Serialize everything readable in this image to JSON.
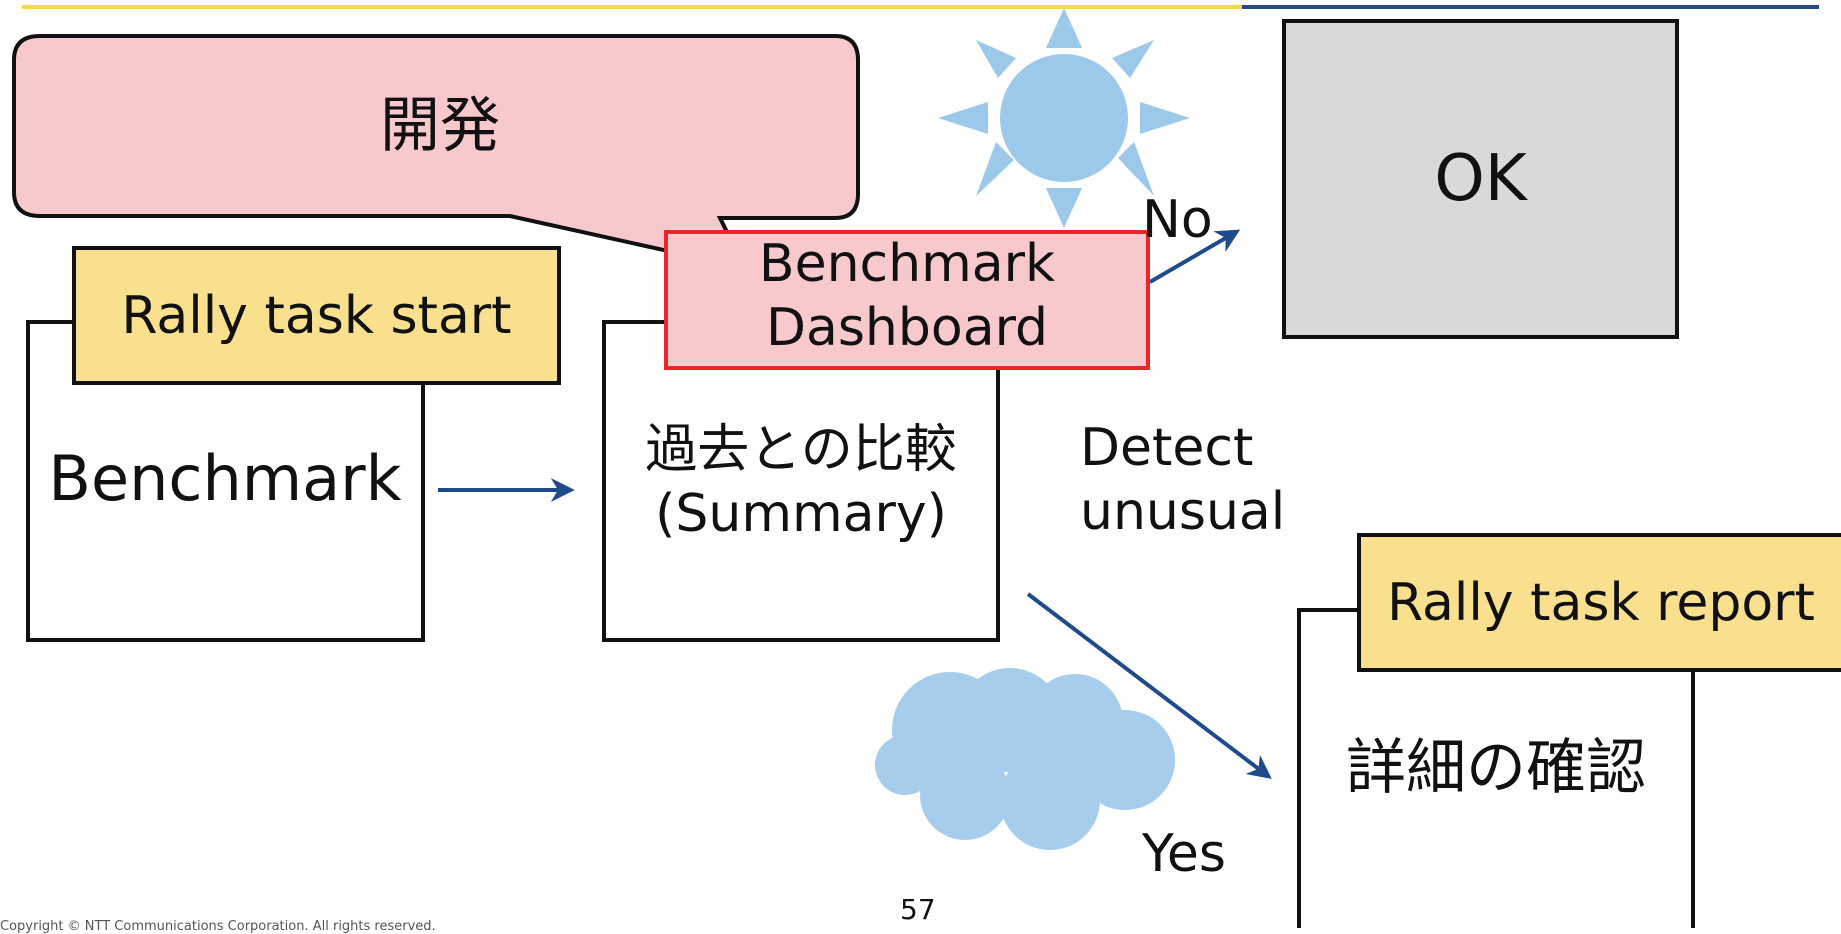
{
  "callout": {
    "label": "開発"
  },
  "benchmark": {
    "label": "Benchmark",
    "tag": "Rally task start"
  },
  "summary": {
    "line1": "過去との比較",
    "line2": "(Summary)",
    "tag_line1": "Benchmark",
    "tag_line2": "Dashboard"
  },
  "decision": {
    "line1": "Detect",
    "line2": "unusual",
    "no": "No",
    "yes": "Yes"
  },
  "ok": {
    "label": "OK"
  },
  "detail": {
    "label": "詳細の確認",
    "tag": "Rally task report"
  },
  "footer": {
    "page_number": "57",
    "copyright": "Copyright © NTT Communications Corporation. All rights reserved."
  },
  "colors": {
    "arrow": "#1f4b8c",
    "sun": "#9cc8ea",
    "cloud": "#a6cdec",
    "accent_yellow": "#f9e08e",
    "accent_pink": "#f8c9cc",
    "accent_red": "#e8262b",
    "ok_grey": "#d9d9d9"
  },
  "icons": {
    "sun": "sun-icon",
    "cloud": "cloud-icon"
  }
}
